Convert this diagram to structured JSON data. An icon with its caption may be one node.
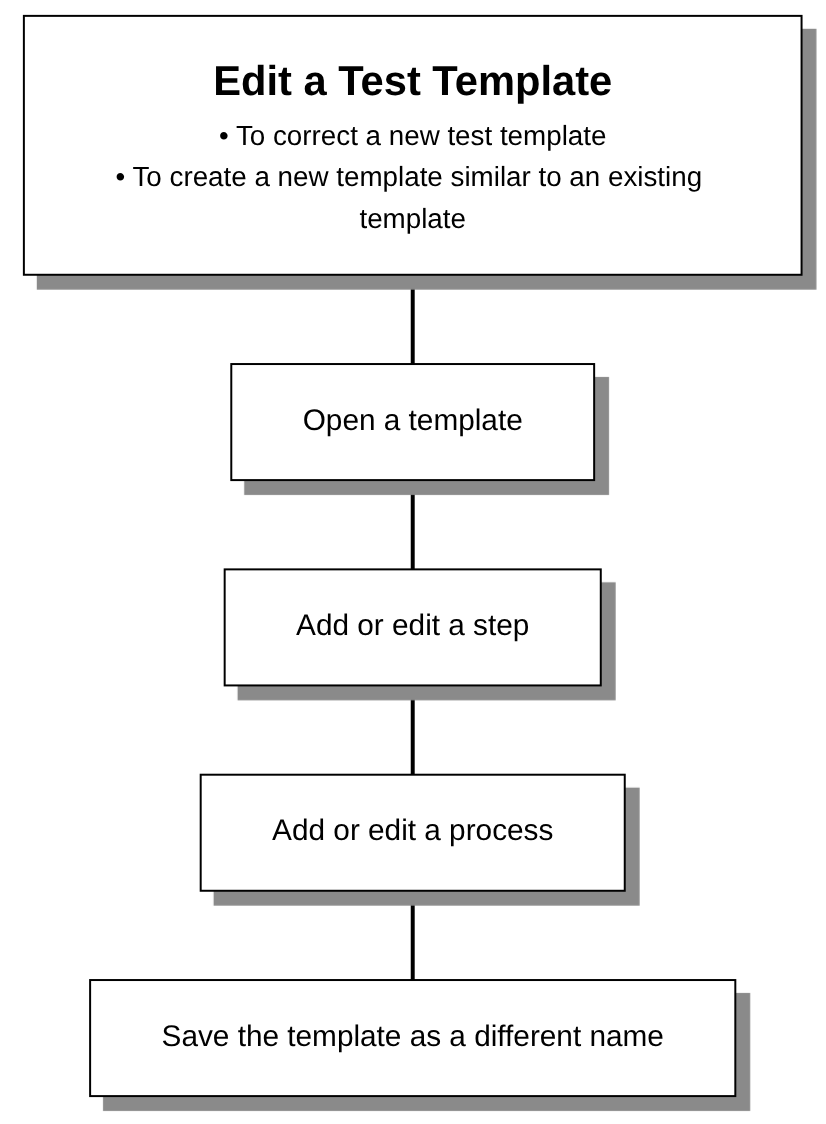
{
  "diagram": {
    "nodes": [
      {
        "text": [
          "Edit a Test Template",
          "• To correct a new test template",
          "• To create a new template similar to an existing template"
        ]
      },
      {
        "text": [
          "Open a template"
        ]
      },
      {
        "text": [
          "Add or edit a step"
        ]
      },
      {
        "text": [
          "Add or edit a process"
        ]
      },
      {
        "text": [
          "Save the template as a different name"
        ]
      }
    ],
    "edges": [
      {
        "from": 0,
        "to": 1,
        "arrow": "none"
      },
      {
        "from": 1,
        "to": 2,
        "arrow": "none"
      },
      {
        "from": 2,
        "to": 3,
        "arrow": "none"
      },
      {
        "from": 3,
        "to": 4,
        "arrow": "none"
      }
    ]
  }
}
